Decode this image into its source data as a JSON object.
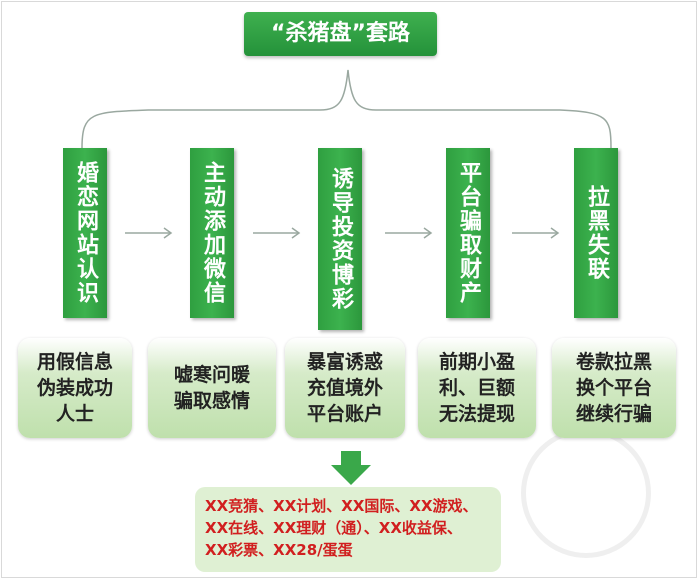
{
  "title": "“杀猪盘”套路",
  "steps": [
    {
      "label": "婚恋网站认识",
      "desc": "用假信息\n伪装成功\n人士"
    },
    {
      "label": "主动添加微信",
      "desc": "嘘寒问暖\n骗取感情"
    },
    {
      "label": "诱导投资博彩",
      "desc": "暴富诱惑\n充值境外\n平台账户"
    },
    {
      "label": "平台骗取财产",
      "desc": "前期小盈\n利、巨额\n无法提现"
    },
    {
      "label": "拉黑失联",
      "desc": "卷款拉黑\n换个平台\n继续行骗"
    }
  ],
  "platforms": "XX竞猜、XX计划、XX国际、XX游戏、\nXX在线、XX理财（通）、XX收益保、\nXX彩票、XX28/蛋蛋",
  "colors": {
    "step_green": "#34a848",
    "box_green": "#c8e6b4",
    "platform_text": "#d11f1f"
  }
}
